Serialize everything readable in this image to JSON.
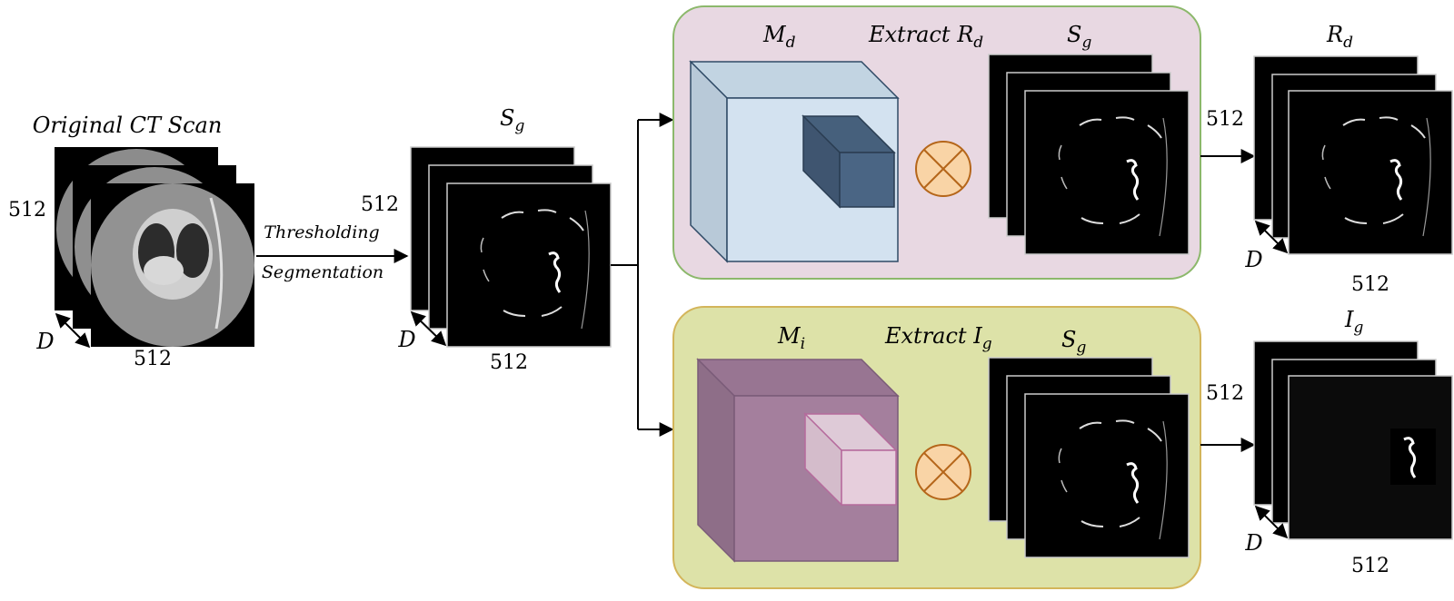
{
  "labels": {
    "ct_title": "Original CT Scan",
    "dim_512": "512",
    "dim_d": "D",
    "thresholding": "Thresholding",
    "segmentation": "Segmentation",
    "s_main": "S",
    "s_sub": "g",
    "m_d_main": "M",
    "m_d_sub": "d",
    "m_i_main": "M",
    "m_i_sub": "i",
    "extract_r_prefix": "Extract R",
    "extract_r_sub": "d",
    "extract_i_prefix": "Extract I",
    "extract_i_sub": "g",
    "r_main": "R",
    "r_sub": "d",
    "i_main": "I",
    "i_sub": "g"
  },
  "colors": {
    "top_panel_fill": "#e8d8e2",
    "top_panel_stroke": "#8cb86b",
    "bottom_panel_fill": "#dde2a8",
    "bottom_panel_stroke": "#d3b55a",
    "cube_blue_front": "#d3e2f0",
    "cube_blue_side": "#b8c9d8",
    "cube_blue_top": "#c2d4e2",
    "cube_dark_front": "#4a6584",
    "cube_dark_side": "#3f5570",
    "cube_dark_top": "#46607c",
    "cube_purple_front": "#a47f9d",
    "cube_purple_side": "#8e6e88",
    "cube_purple_top": "#987592",
    "cube_pink_front": "#e6cedc",
    "cube_pink_side": "#d4bccb",
    "cube_pink_top": "#decad7",
    "multiply_fill": "#f9d4a6",
    "multiply_stroke": "#b5661a"
  }
}
